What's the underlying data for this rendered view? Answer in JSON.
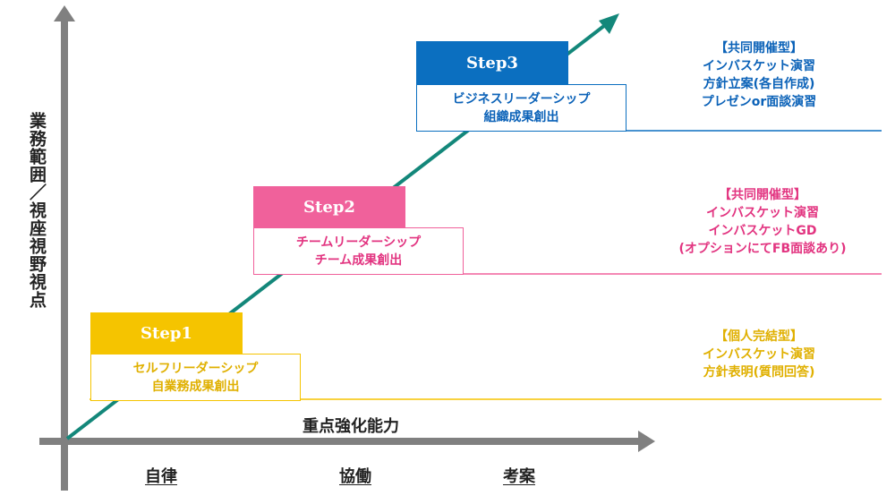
{
  "y_axis_label": "業務範囲／視座視野視点",
  "x_axis_label": "重点強化能力",
  "ticks": [
    "自律",
    "協働",
    "考案"
  ],
  "colors": {
    "axis": "#808080",
    "trend": "#13877a",
    "step1": "#f5c400",
    "step2": "#f0619b",
    "step3": "#0b6fc0",
    "step1_text": "#e0b000",
    "step2_text": "#e23480",
    "step3_text": "#0b62b8"
  },
  "steps": [
    {
      "title": "Step1",
      "lines": [
        "セルフリーダーシップ",
        "自業務成果創出"
      ],
      "note": [
        "【個人完結型】",
        "インバスケット演習",
        "方針表明(質問回答)"
      ]
    },
    {
      "title": "Step2",
      "lines": [
        "チームリーダーシップ",
        "チーム成果創出"
      ],
      "note": [
        "【共同開催型】",
        "インバスケット演習",
        "インバスケットGD",
        "(オプションにてFB面談あり)"
      ]
    },
    {
      "title": "Step3",
      "lines": [
        "ビジネスリーダーシップ",
        "組織成果創出"
      ],
      "note": [
        "【共同開催型】",
        "インバスケット演習",
        "方針立案(各自作成)",
        "プレゼンor面談演習"
      ]
    }
  ]
}
